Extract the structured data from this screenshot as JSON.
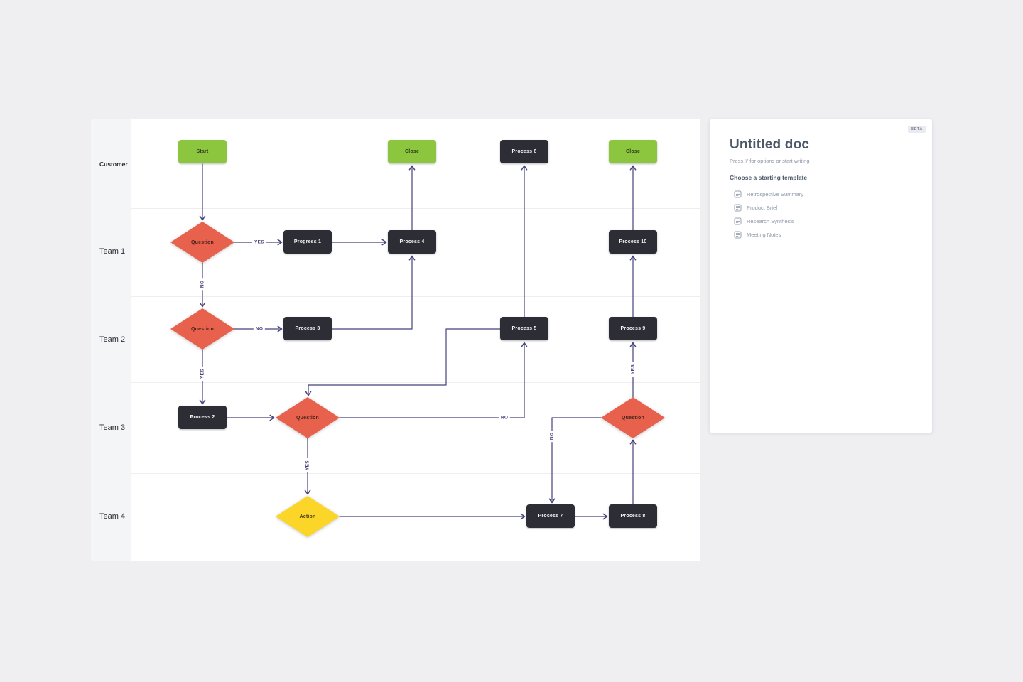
{
  "board": {
    "lanes": [
      {
        "label": "Customer"
      },
      {
        "label": "Team 1"
      },
      {
        "label": "Team 2"
      },
      {
        "label": "Team 3"
      },
      {
        "label": "Team 4"
      }
    ],
    "nodes": [
      {
        "id": "start",
        "label": "Start",
        "type": "start",
        "color": "#8cc63f"
      },
      {
        "id": "close-1",
        "label": "Close",
        "type": "end",
        "color": "#8cc63f"
      },
      {
        "id": "process-6",
        "label": "Process 6",
        "type": "process",
        "color": "#2d2d36"
      },
      {
        "id": "close-2",
        "label": "Close",
        "type": "end",
        "color": "#8cc63f"
      },
      {
        "id": "question-1",
        "label": "Question",
        "type": "decision",
        "color": "#e8614d"
      },
      {
        "id": "progress-1",
        "label": "Progress 1",
        "type": "process",
        "color": "#2d2d36"
      },
      {
        "id": "process-4",
        "label": "Process 4",
        "type": "process",
        "color": "#2d2d36"
      },
      {
        "id": "process-10",
        "label": "Process 10",
        "type": "process",
        "color": "#2d2d36"
      },
      {
        "id": "question-2",
        "label": "Question",
        "type": "decision",
        "color": "#e8614d"
      },
      {
        "id": "process-3",
        "label": "Process 3",
        "type": "process",
        "color": "#2d2d36"
      },
      {
        "id": "process-5",
        "label": "Process 5",
        "type": "process",
        "color": "#2d2d36"
      },
      {
        "id": "process-9",
        "label": "Process 9",
        "type": "process",
        "color": "#2d2d36"
      },
      {
        "id": "process-2",
        "label": "Process 2",
        "type": "process",
        "color": "#2d2d36"
      },
      {
        "id": "question-3",
        "label": "Question",
        "type": "decision",
        "color": "#e8614d"
      },
      {
        "id": "question-4",
        "label": "Question",
        "type": "decision",
        "color": "#e8614d"
      },
      {
        "id": "action",
        "label": "Action",
        "type": "decision",
        "color": "#fbd527"
      },
      {
        "id": "process-7",
        "label": "Process 7",
        "type": "process",
        "color": "#2d2d36"
      },
      {
        "id": "process-8",
        "label": "Process 8",
        "type": "process",
        "color": "#2d2d36"
      }
    ],
    "labels": {
      "yes": "YES",
      "no": "NO"
    },
    "edges": [
      {
        "from": "start",
        "to": "question-1"
      },
      {
        "from": "question-1",
        "to": "progress-1",
        "label": "YES"
      },
      {
        "from": "question-1",
        "to": "question-2",
        "label": "NO"
      },
      {
        "from": "progress-1",
        "to": "process-4"
      },
      {
        "from": "process-4",
        "to": "close-1"
      },
      {
        "from": "process-3",
        "to": "process-4"
      },
      {
        "from": "question-2",
        "to": "process-3",
        "label": "NO"
      },
      {
        "from": "question-2",
        "to": "process-2",
        "label": "YES"
      },
      {
        "from": "process-2",
        "to": "question-3"
      },
      {
        "from": "process-5",
        "to": "question-3"
      },
      {
        "from": "question-3",
        "to": "process-5",
        "label": "NO"
      },
      {
        "from": "question-3",
        "to": "action",
        "label": "YES"
      },
      {
        "from": "process-5",
        "to": "process-6"
      },
      {
        "from": "action",
        "to": "process-7"
      },
      {
        "from": "process-7",
        "to": "process-8"
      },
      {
        "from": "process-8",
        "to": "question-4"
      },
      {
        "from": "question-4",
        "to": "process-7",
        "label": "NO"
      },
      {
        "from": "question-4",
        "to": "process-9",
        "label": "YES"
      },
      {
        "from": "process-9",
        "to": "process-10"
      },
      {
        "from": "process-10",
        "to": "close-2"
      }
    ],
    "colors": {
      "start_end": "#8cc63f",
      "process": "#2d2d36",
      "decision": "#e8614d",
      "action": "#fbd527",
      "connector": "#45427b",
      "lane_label_bg": "#f4f5f7"
    }
  },
  "panel": {
    "badge": "BETA",
    "title": "Untitled doc",
    "hint": "Press '/' for options or start writing",
    "section_title": "Choose a starting template",
    "templates": [
      {
        "label": "Retrospective Summary"
      },
      {
        "label": "Product Brief"
      },
      {
        "label": "Research Synthesis"
      },
      {
        "label": "Meeting Notes"
      }
    ]
  }
}
